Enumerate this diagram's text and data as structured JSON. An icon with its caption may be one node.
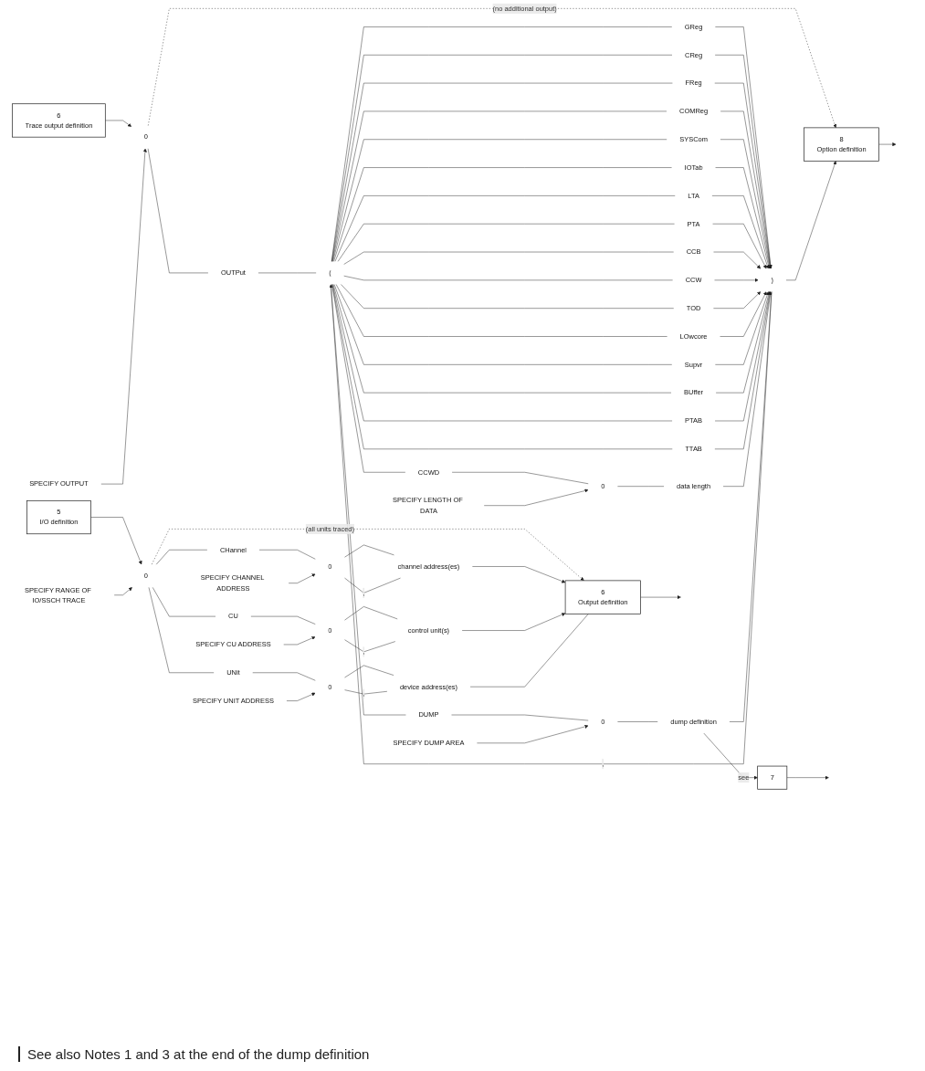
{
  "diagram": {
    "nodes": [
      {
        "text": [
          "5",
          "I/O definition"
        ]
      },
      {
        "text": [
          "SPECIFY RANGE OF IO/SSCH TRACE"
        ]
      },
      {
        "text": [
          "0"
        ]
      },
      {
        "text": [
          "6",
          "Output definition"
        ]
      },
      {
        "text": [
          "CHannel"
        ]
      },
      {
        "text": [
          "SPECIFY CHANNEL ADDRESS"
        ]
      },
      {
        "text": [
          "0"
        ]
      },
      {
        "text": [
          "channel address(es)"
        ]
      },
      {
        "text": [
          "CU"
        ]
      },
      {
        "text": [
          "SPECIFY CU ADDRESS"
        ]
      },
      {
        "text": [
          "0"
        ]
      },
      {
        "text": [
          "control unit(s)"
        ]
      },
      {
        "text": [
          "UNit"
        ]
      },
      {
        "text": [
          "SPECIFY UNIT ADDRESS"
        ]
      },
      {
        "text": [
          "0"
        ]
      },
      {
        "text": [
          "device address(es)"
        ]
      },
      {
        "text": [
          "6",
          "Trace output definition"
        ]
      },
      {
        "text": [
          "SPECIFY OUTPUT"
        ]
      },
      {
        "text": [
          "0"
        ]
      },
      {
        "text": [
          "8",
          "Option definition"
        ]
      },
      {
        "text": [
          "OUTPut"
        ]
      },
      {
        "text": [
          "("
        ]
      },
      {
        "text": [
          "GReg"
        ]
      },
      {
        "text": [
          "CReg"
        ]
      },
      {
        "text": [
          "FReg"
        ]
      },
      {
        "text": [
          "COMReg"
        ]
      },
      {
        "text": [
          "SYSCom"
        ]
      },
      {
        "text": [
          "IOTab"
        ]
      },
      {
        "text": [
          "LTA"
        ]
      },
      {
        "text": [
          "PTA"
        ]
      },
      {
        "text": [
          "CCB"
        ]
      },
      {
        "text": [
          "CCW"
        ]
      },
      {
        "text": [
          "TOD"
        ]
      },
      {
        "text": [
          "LOwcore"
        ]
      },
      {
        "text": [
          "Supvr"
        ]
      },
      {
        "text": [
          "BUffer"
        ]
      },
      {
        "text": [
          "PTAB"
        ]
      },
      {
        "text": [
          "TTAB"
        ]
      },
      {
        "text": [
          "CCWD"
        ]
      },
      {
        "text": [
          "SPECIFY LENGTH OF DATA"
        ]
      },
      {
        "text": [
          "0"
        ]
      },
      {
        "text": [
          "data length"
        ]
      },
      {
        "text": [
          "DUMP"
        ]
      },
      {
        "text": [
          "SPECIFY DUMP AREA"
        ]
      },
      {
        "text": [
          "0"
        ]
      },
      {
        "text": [
          "dump definition"
        ]
      },
      {
        "text": [
          ")"
        ]
      },
      {
        "text": [
          "7"
        ]
      }
    ],
    "edges": [
      {
        "from": 0,
        "to": 2,
        "arrow": "to"
      },
      {
        "from": 1,
        "to": 2,
        "arrow": "to"
      },
      {
        "from": 2,
        "to": 3,
        "arrow": "to",
        "label": "(all units traced)",
        "style": "dashed"
      },
      {
        "from": 3,
        "to": null,
        "arrow": "to"
      },
      {
        "from": 2,
        "to": 4,
        "arrow": "none"
      },
      {
        "from": 4,
        "to": 6,
        "arrow": "none"
      },
      {
        "from": 5,
        "to": 6,
        "arrow": "to"
      },
      {
        "from": 6,
        "to": 7,
        "arrow": "none"
      },
      {
        "from": 7,
        "to": 6,
        "arrow": "none",
        "label": ","
      },
      {
        "from": 7,
        "to": 3,
        "arrow": "to"
      },
      {
        "from": 2,
        "to": 8,
        "arrow": "none"
      },
      {
        "from": 8,
        "to": 10,
        "arrow": "none"
      },
      {
        "from": 9,
        "to": 10,
        "arrow": "to"
      },
      {
        "from": 10,
        "to": 11,
        "arrow": "none"
      },
      {
        "from": 11,
        "to": 10,
        "arrow": "none",
        "label": ","
      },
      {
        "from": 11,
        "to": 3,
        "arrow": "to"
      },
      {
        "from": 2,
        "to": 12,
        "arrow": "none"
      },
      {
        "from": 12,
        "to": 14,
        "arrow": "none"
      },
      {
        "from": 13,
        "to": 14,
        "arrow": "to"
      },
      {
        "from": 14,
        "to": 15,
        "arrow": "none"
      },
      {
        "from": 15,
        "to": 14,
        "arrow": "none",
        "label": ","
      },
      {
        "from": 15,
        "to": 3,
        "arrow": "none"
      },
      {
        "from": 16,
        "to": 18,
        "arrow": "to"
      },
      {
        "from": 17,
        "to": 18,
        "arrow": "to"
      },
      {
        "from": 18,
        "to": 19,
        "arrow": "to",
        "label": "(no additional output)",
        "style": "dashed"
      },
      {
        "from": 19,
        "to": null,
        "arrow": "to"
      },
      {
        "from": 18,
        "to": 20,
        "arrow": "none"
      },
      {
        "from": 20,
        "to": 21,
        "arrow": "none"
      },
      {
        "from": 21,
        "to": 22,
        "arrow": "none"
      },
      {
        "from": 21,
        "to": 23,
        "arrow": "none"
      },
      {
        "from": 21,
        "to": 24,
        "arrow": "none"
      },
      {
        "from": 21,
        "to": 25,
        "arrow": "none"
      },
      {
        "from": 21,
        "to": 26,
        "arrow": "none"
      },
      {
        "from": 21,
        "to": 27,
        "arrow": "none"
      },
      {
        "from": 21,
        "to": 28,
        "arrow": "none"
      },
      {
        "from": 21,
        "to": 29,
        "arrow": "none"
      },
      {
        "from": 21,
        "to": 30,
        "arrow": "none"
      },
      {
        "from": 21,
        "to": 31,
        "arrow": "none"
      },
      {
        "from": 21,
        "to": 32,
        "arrow": "none"
      },
      {
        "from": 21,
        "to": 33,
        "arrow": "none"
      },
      {
        "from": 21,
        "to": 34,
        "arrow": "none"
      },
      {
        "from": 21,
        "to": 35,
        "arrow": "none"
      },
      {
        "from": 21,
        "to": 36,
        "arrow": "none"
      },
      {
        "from": 21,
        "to": 37,
        "arrow": "none"
      },
      {
        "from": 21,
        "to": 38,
        "arrow": "none"
      },
      {
        "from": 21,
        "to": 42,
        "arrow": "none"
      },
      {
        "from": 22,
        "to": 46,
        "arrow": "none"
      },
      {
        "from": 23,
        "to": 46,
        "arrow": "to"
      },
      {
        "from": 24,
        "to": 46,
        "arrow": "to"
      },
      {
        "from": 25,
        "to": 46,
        "arrow": "to"
      },
      {
        "from": 26,
        "to": 46,
        "arrow": "to"
      },
      {
        "from": 27,
        "to": 46,
        "arrow": "to"
      },
      {
        "from": 28,
        "to": 46,
        "arrow": "to"
      },
      {
        "from": 29,
        "to": 46,
        "arrow": "to"
      },
      {
        "from": 30,
        "to": 46,
        "arrow": "to"
      },
      {
        "from": 31,
        "to": 46,
        "arrow": "to"
      },
      {
        "from": 32,
        "to": 46,
        "arrow": "to"
      },
      {
        "from": 33,
        "to": 46,
        "arrow": "to"
      },
      {
        "from": 34,
        "to": 46,
        "arrow": "to"
      },
      {
        "from": 35,
        "to": 46,
        "arrow": "to"
      },
      {
        "from": 36,
        "to": 46,
        "arrow": "to"
      },
      {
        "from": 37,
        "to": 46,
        "arrow": "to"
      },
      {
        "from": 38,
        "to": 40,
        "arrow": "none"
      },
      {
        "from": 39,
        "to": 40,
        "arrow": "to"
      },
      {
        "from": 40,
        "to": 41,
        "arrow": "none"
      },
      {
        "from": 41,
        "to": 46,
        "arrow": "to"
      },
      {
        "from": 42,
        "to": 44,
        "arrow": "none"
      },
      {
        "from": 43,
        "to": 44,
        "arrow": "to"
      },
      {
        "from": 44,
        "to": 45,
        "arrow": "none"
      },
      {
        "from": 45,
        "to": 46,
        "arrow": "none"
      },
      {
        "from": 46,
        "to": 21,
        "arrow": "to",
        "label": ","
      },
      {
        "from": 46,
        "to": 19,
        "arrow": "to"
      },
      {
        "from": 45,
        "to": 47,
        "arrow": "to",
        "label": "see"
      },
      {
        "from": 47,
        "to": null,
        "arrow": "to"
      }
    ],
    "labels": [
      "See also Notes 1 and 3 at the end of the dump definition"
    ]
  }
}
